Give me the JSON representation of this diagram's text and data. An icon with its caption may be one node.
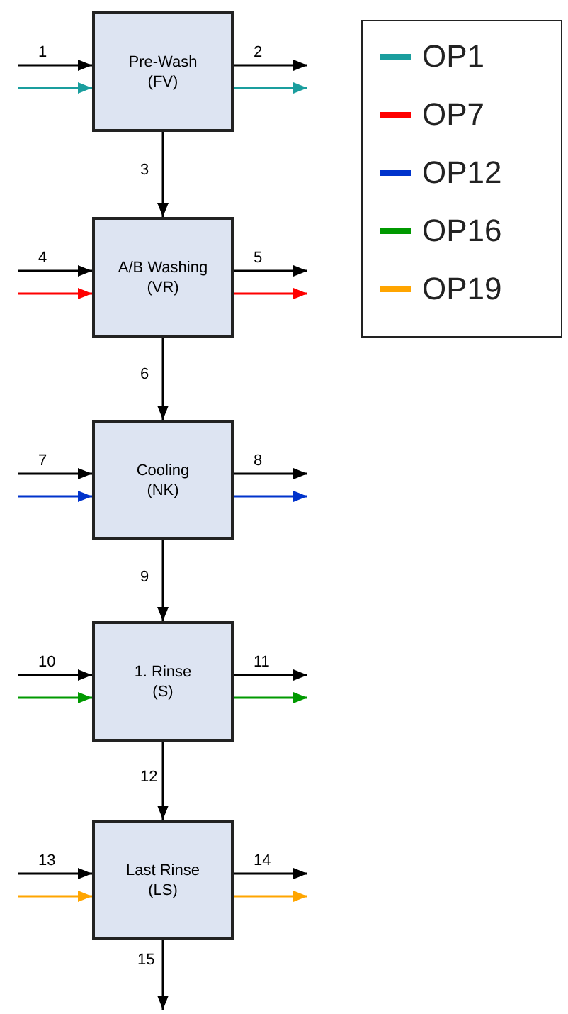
{
  "diagram": {
    "nodes": [
      {
        "text": [
          "Pre-Wash",
          "(FV)"
        ]
      },
      {
        "text": [
          "A/B Washing",
          "(VR)"
        ]
      },
      {
        "text": [
          "Cooling",
          "(NK)"
        ]
      },
      {
        "text": [
          "1. Rinse",
          "(S)"
        ]
      },
      {
        "text": [
          "Last Rinse",
          "(LS)"
        ]
      }
    ],
    "edges": [
      {
        "from": null,
        "to": 0,
        "arrow": "to",
        "label": "1"
      },
      {
        "from": null,
        "to": 0,
        "arrow": "to",
        "color": "#1a9e9e"
      },
      {
        "from": 0,
        "to": null,
        "arrow": "to",
        "label": "2"
      },
      {
        "from": 0,
        "to": null,
        "arrow": "to",
        "color": "#1a9e9e"
      },
      {
        "from": 0,
        "to": 1,
        "arrow": "to",
        "label": "3"
      },
      {
        "from": null,
        "to": 1,
        "arrow": "to",
        "label": "4"
      },
      {
        "from": null,
        "to": 1,
        "arrow": "to",
        "color": "#ff0000"
      },
      {
        "from": 1,
        "to": null,
        "arrow": "to",
        "label": "5"
      },
      {
        "from": 1,
        "to": null,
        "arrow": "to",
        "color": "#ff0000"
      },
      {
        "from": 1,
        "to": 2,
        "arrow": "to",
        "label": "6"
      },
      {
        "from": null,
        "to": 2,
        "arrow": "to",
        "label": "7"
      },
      {
        "from": null,
        "to": 2,
        "arrow": "to",
        "color": "#0033cc"
      },
      {
        "from": 2,
        "to": null,
        "arrow": "to",
        "label": "8"
      },
      {
        "from": 2,
        "to": null,
        "arrow": "to",
        "color": "#0033cc"
      },
      {
        "from": 2,
        "to": 3,
        "arrow": "to",
        "label": "9"
      },
      {
        "from": null,
        "to": 3,
        "arrow": "to",
        "label": "10"
      },
      {
        "from": null,
        "to": 3,
        "arrow": "to",
        "color": "#009900"
      },
      {
        "from": 3,
        "to": null,
        "arrow": "to",
        "label": "11"
      },
      {
        "from": 3,
        "to": null,
        "arrow": "to",
        "color": "#009900"
      },
      {
        "from": 3,
        "to": 4,
        "arrow": "to",
        "label": "12"
      },
      {
        "from": null,
        "to": 4,
        "arrow": "to",
        "label": "13"
      },
      {
        "from": null,
        "to": 4,
        "arrow": "to",
        "color": "#ffa500"
      },
      {
        "from": 4,
        "to": null,
        "arrow": "to",
        "label": "14"
      },
      {
        "from": 4,
        "to": null,
        "arrow": "to",
        "color": "#ffa500"
      },
      {
        "from": 4,
        "to": null,
        "arrow": "to",
        "label": "15"
      }
    ],
    "legend": [
      {
        "text": "OP1",
        "color": "#1a9e9e"
      },
      {
        "text": "OP7",
        "color": "#ff0000"
      },
      {
        "text": "OP12",
        "color": "#0033cc"
      },
      {
        "text": "OP16",
        "color": "#009900"
      },
      {
        "text": "OP19",
        "color": "#ffa500"
      }
    ]
  }
}
